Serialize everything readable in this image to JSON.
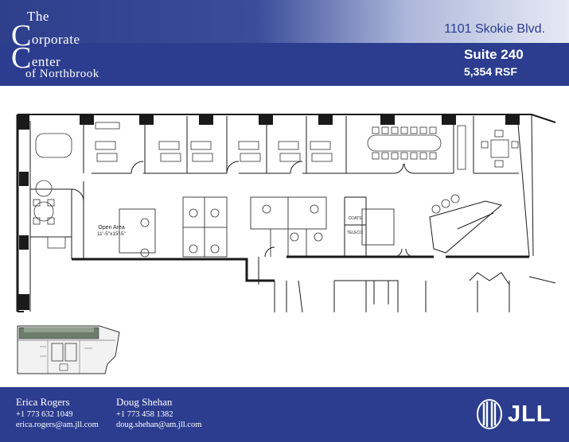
{
  "header": {
    "logo_line1": "The",
    "logo_c1": "C",
    "logo_line2": "orporate",
    "logo_c2": "C",
    "logo_line3": "enter",
    "logo_line4": "of Northbrook",
    "address": "1101 Skokie Blvd.",
    "suite": "Suite 240",
    "rsf": "5,354 RSF"
  },
  "floorplan": {
    "open_area_label": "Open Area",
    "open_area_dims": "11'-5\"x15'-5\"",
    "coats_label": "COATS",
    "telecom_label": "TELECO"
  },
  "footer": {
    "contacts": [
      {
        "name": "Erica Rogers",
        "phone": "+1 773 632 1049",
        "email": "erica.rogers@am.jll.com"
      },
      {
        "name": "Doug Shehan",
        "phone": "+1 773 458 1382",
        "email": "doug.shehan@am.jll.com"
      }
    ],
    "brand": "JLL"
  },
  "colors": {
    "brand_blue": "#2c3d8f",
    "wall": "#1a1a1a",
    "background": "#ffffff"
  }
}
